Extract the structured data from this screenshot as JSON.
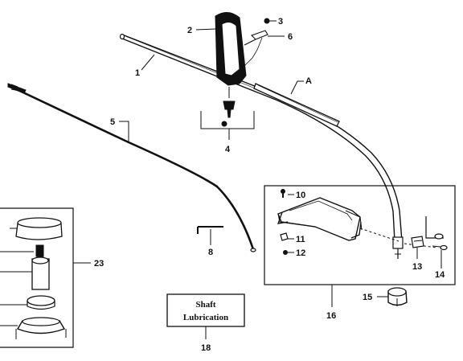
{
  "callouts": {
    "c1": "1",
    "c2": "2",
    "c3": "3",
    "c4": "4",
    "c5": "5",
    "c6": "6",
    "c8": "8",
    "c10": "10",
    "c11": "11",
    "c12": "12",
    "c13": "13",
    "c14": "14",
    "c15": "15",
    "c16": "16",
    "c18": "18",
    "c23": "23",
    "cA": "A"
  },
  "shaft_box": {
    "line1": "Shaft",
    "line2": "Lubrication"
  }
}
